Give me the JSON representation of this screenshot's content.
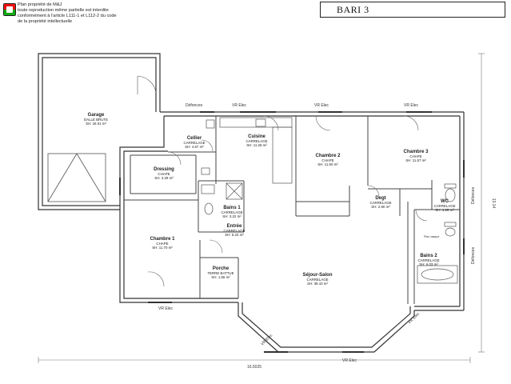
{
  "header": {
    "copyright_lines": [
      "Plan propriété de M&J",
      "toute reproduction même partielle est interdite",
      "conformément à l'article L111-1 et L112-2 du code",
      "de la propriété intellectuelle"
    ],
    "model_title": "BARI 3"
  },
  "rooms": [
    {
      "key": "garage",
      "name": "Garage",
      "floor": "DALLE BRUTE",
      "area": "SH: 26.01 m²"
    },
    {
      "key": "cellier",
      "name": "Cellier",
      "floor": "CARRELAGE",
      "area": "SH: 4.67 m²"
    },
    {
      "key": "cuisine",
      "name": "Cuisine",
      "floor": "CARRELAGE",
      "area": "SH: 11.28 m²"
    },
    {
      "key": "dressing",
      "name": "Dressing",
      "floor": "CHAPE",
      "area": "SH: 3.29 m²"
    },
    {
      "key": "bains1",
      "name": "Bains 1",
      "floor": "CARRELAGE",
      "area": "SH: 3.22 m²"
    },
    {
      "key": "entree",
      "name": "Entrée",
      "floor": "CARRELAGE",
      "area": "SH: 5.23 m²"
    },
    {
      "key": "chambre1",
      "name": "Chambre 1",
      "floor": "CHAPE",
      "area": "SH: 11.70 m²"
    },
    {
      "key": "porche",
      "name": "Porche",
      "floor": "TERRE BATTUE",
      "area": "SH: 1.56 m²"
    },
    {
      "key": "chambre2",
      "name": "Chambre 2",
      "floor": "CHAPE",
      "area": "SH: 11.60 m²"
    },
    {
      "key": "chambre3",
      "name": "Chambre 3",
      "floor": "CHAPE",
      "area": "SH: 11.57 m²"
    },
    {
      "key": "degt",
      "name": "Degt",
      "floor": "CARRELAGE",
      "area": "SH: 2.90 m²"
    },
    {
      "key": "wc",
      "name": "WC",
      "floor": "CARRELAGE",
      "area": "SH: 1.29 m²"
    },
    {
      "key": "bains2",
      "name": "Bains 2",
      "floor": "CARRELAGE",
      "area": "SH: 6.03 m²"
    },
    {
      "key": "sejour",
      "name": "Séjour-Salon",
      "floor": "CARRELAGE",
      "area": "SH: 39.43 m²"
    }
  ],
  "annotations": {
    "defonces": "Défonces",
    "vr_elec": "VR Elec",
    "vr_elec_alt": "VR Elec",
    "fixture_note": "Plan vasque"
  },
  "dimensions": {
    "width": "16.5025",
    "depth": "13.14"
  }
}
